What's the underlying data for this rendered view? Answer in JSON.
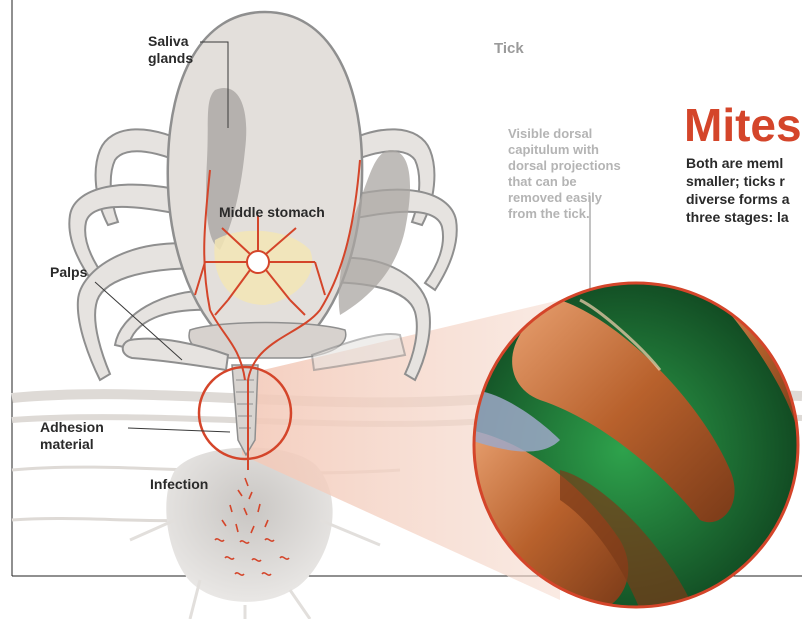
{
  "tick_label": "Tick",
  "labels": {
    "saliva_glands": [
      "Saliva",
      "glands"
    ],
    "middle_stomach": "Middle stomach",
    "palps": "Palps",
    "adhesion_material": [
      "Adhesion",
      "material"
    ],
    "infection": "Infection"
  },
  "callout_lines": [
    "Visible dorsal",
    "capitulum with",
    "dorsal projections",
    "that can be",
    "removed easily",
    "from the tick."
  ],
  "mites": {
    "title": "Mites",
    "description_lines": [
      "Both are meml",
      "smaller; ticks r",
      "diverse forms a",
      "three stages: la"
    ]
  },
  "colors": {
    "accent_red": "#d4452a",
    "tick_body": "#e3dfdb",
    "tick_outline": "#8f8f8f",
    "skin_fade": "#f0d2c7",
    "photo_green": "#1f7a38",
    "photo_orange": "#c97a3a"
  }
}
